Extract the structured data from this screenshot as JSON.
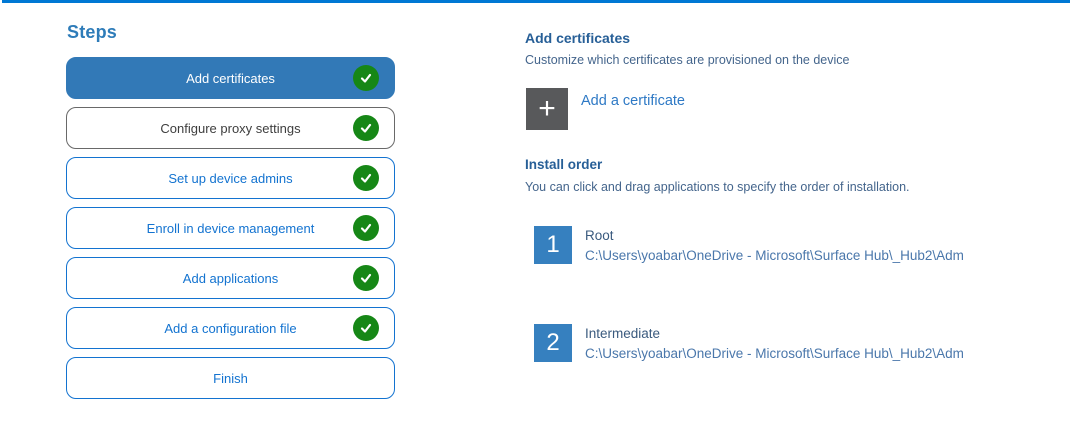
{
  "colors": {
    "top_bar": "#0078d4",
    "selected_step_bg": "#3279b7",
    "step_blue": "#1373d0",
    "check_green": "#168716",
    "number_tile_blue": "#3680bf",
    "plus_tile_gray": "#58595b"
  },
  "sidebar": {
    "title": "Steps",
    "steps": [
      {
        "label": "Add certificates",
        "state": "selected",
        "completed": true
      },
      {
        "label": "Configure proxy settings",
        "state": "visited",
        "completed": true
      },
      {
        "label": "Set up device admins",
        "state": "default",
        "completed": true
      },
      {
        "label": "Enroll in device management",
        "state": "default",
        "completed": true
      },
      {
        "label": "Add applications",
        "state": "default",
        "completed": true
      },
      {
        "label": "Add a configuration file",
        "state": "default",
        "completed": true
      },
      {
        "label": "Finish",
        "state": "default",
        "completed": false
      }
    ]
  },
  "main": {
    "section_title": "Add certificates",
    "section_description": "Customize which certificates are provisioned on the device",
    "add_certificate_label": "Add a certificate",
    "plus_glyph": "+",
    "install_order": {
      "title": "Install order",
      "description": "You can click and drag applications to specify the order of installation.",
      "items": [
        {
          "order": "1",
          "name": "Root",
          "path": "C:\\Users\\yoabar\\OneDrive - Microsoft\\Surface Hub\\_Hub2\\Adm"
        },
        {
          "order": "2",
          "name": "Intermediate",
          "path": "C:\\Users\\yoabar\\OneDrive - Microsoft\\Surface Hub\\_Hub2\\Adm"
        }
      ]
    }
  }
}
